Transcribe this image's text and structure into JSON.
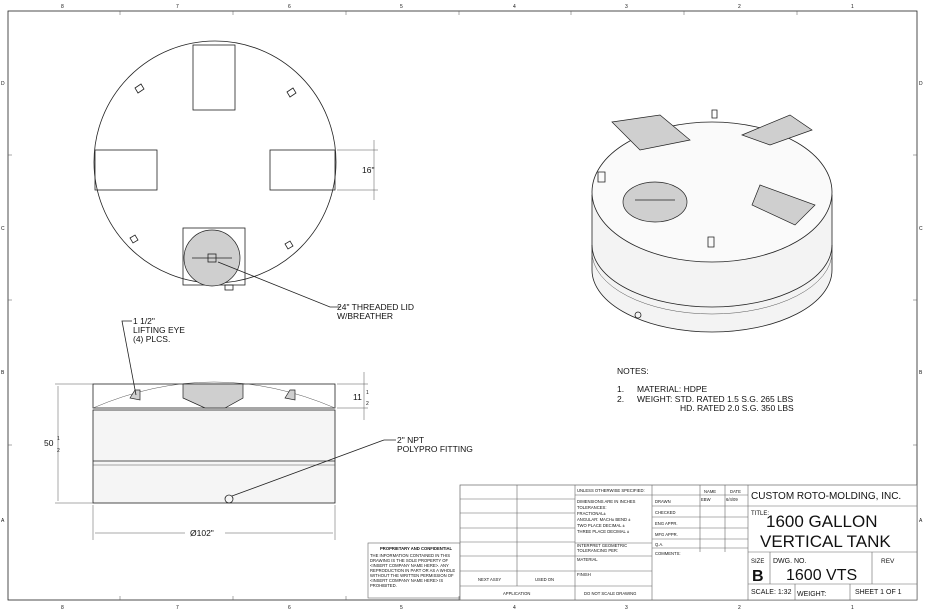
{
  "zones": {
    "columns": [
      "8",
      "7",
      "6",
      "5",
      "4",
      "3",
      "2",
      "1"
    ],
    "rows": [
      "D",
      "C",
      "B",
      "A"
    ]
  },
  "callouts": {
    "lid": [
      "24\" THREADED LID",
      "W/BREATHER"
    ],
    "lifting_eye": [
      "1 1/2\"",
      "LIFTING EYE",
      "(4) PLCS."
    ],
    "fitting": [
      "2\" NPT",
      "POLYPRO FITTING"
    ]
  },
  "dimensions": {
    "pad_width": "16\"",
    "dome_height_whole": "11",
    "dome_height_frac_num": "1",
    "dome_height_frac_den": "2",
    "overall_height_whole": "50",
    "overall_height_frac_num": "1",
    "overall_height_frac_den": "2",
    "diameter": "Ø102\""
  },
  "notes": {
    "heading": "NOTES:",
    "items": [
      {
        "num": "1.",
        "text": "MATERIAL: HDPE"
      },
      {
        "num": "2.",
        "text": "WEIGHT: STD. RATED 1.5 S.G.  265 LBS"
      },
      {
        "num": "",
        "text": "HD. RATED 2.0 S.G.  350 LBS"
      }
    ]
  },
  "proprietary": {
    "heading": "PROPRIETARY AND CONFIDENTIAL",
    "lines": [
      "THE INFORMATION CONTAINED IN THIS",
      "DRAWING IS THE SOLE PROPERTY OF",
      "<INSERT COMPANY NAME HERE>.  ANY",
      "REPRODUCTION IN PART OR AS A WHOLE",
      "WITHOUT THE WRITTEN PERMISSION OF",
      "<INSERT COMPANY NAME HERE> IS",
      "PROHIBITED."
    ]
  },
  "title_block": {
    "next_assy": "NEXT ASSY",
    "used_on": "USED ON",
    "application": "APPLICATION",
    "unless": "UNLESS OTHERWISE SPECIFIED:",
    "tolerances": [
      "DIMENSIONS ARE IN INCHES",
      "TOLERANCES:",
      "FRACTIONAL±",
      "ANGULAR: MACH±   BEND ±",
      "TWO PLACE DECIMAL   ±",
      "THREE PLACE DECIMAL  ±"
    ],
    "interpret": [
      "INTERPRET GEOMETRIC",
      "TOLERANCING PER:"
    ],
    "material": "MATERIAL",
    "finish": "FINISH",
    "do_not_scale": "DO NOT SCALE DRAWING",
    "name_header": "NAME",
    "date_header": "DATE",
    "rows": [
      {
        "label": "DRAWN",
        "name": "EBW",
        "date": "6/4/09"
      },
      {
        "label": "CHECKED",
        "name": "",
        "date": ""
      },
      {
        "label": "ENG APPR.",
        "name": "",
        "date": ""
      },
      {
        "label": "MFG APPR.",
        "name": "",
        "date": ""
      },
      {
        "label": "Q.A.",
        "name": "",
        "date": ""
      }
    ],
    "comments": "COMMENTS:",
    "company": "CUSTOM ROTO-MOLDING, INC.",
    "title_label": "TITLE:",
    "title_lines": [
      "1600 GALLON",
      "VERTICAL TANK"
    ],
    "size_label": "SIZE",
    "size": "B",
    "dwg_no_label": "DWG.  NO.",
    "dwg_no": "1600 VTS",
    "rev_label": "REV",
    "scale": "SCALE: 1:32",
    "weight": "WEIGHT:",
    "sheet": "SHEET 1 OF 1"
  }
}
